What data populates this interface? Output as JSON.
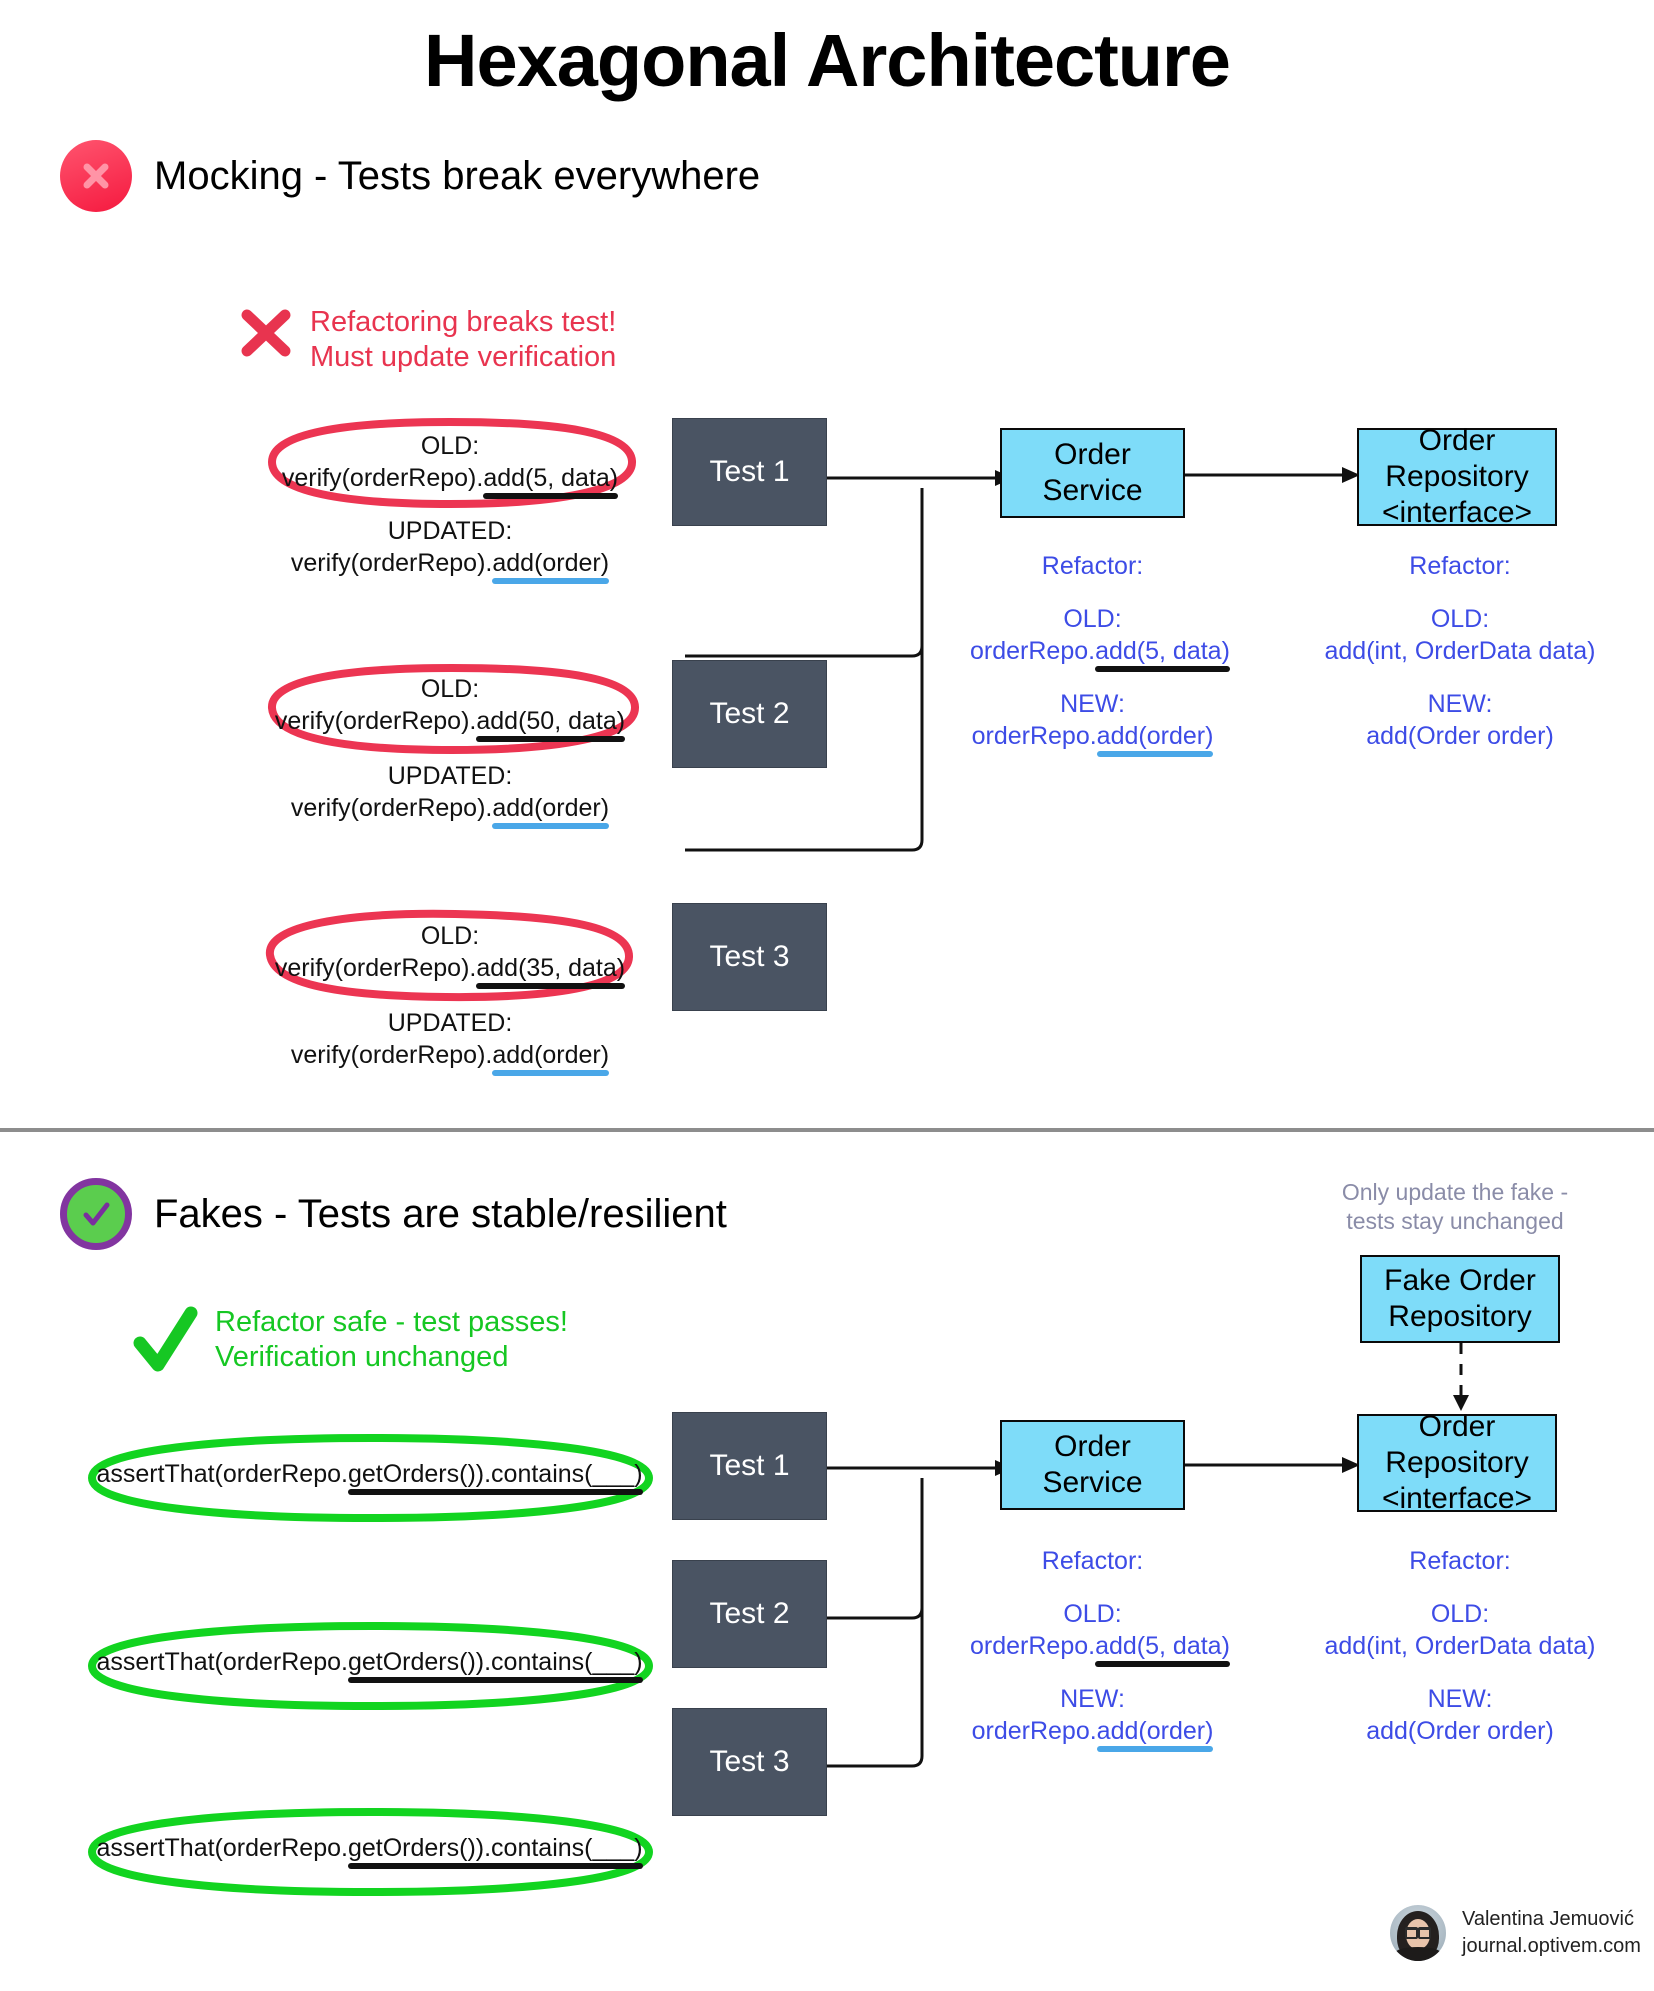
{
  "title": "Hexagonal Architecture",
  "sections": {
    "mocking": {
      "badge_icon": "x-circle-icon",
      "heading": "Mocking - Tests break everywhere",
      "callout": {
        "icon": "red-x-icon",
        "line1": "Refactoring breaks test!",
        "line2": "Must update verification"
      },
      "tests": [
        {
          "name": "Test 1",
          "old_label": "OLD:",
          "old_prefix": "verify(orderRepo).",
          "old_highlight": "add(5, data)",
          "updated_label": "UPDATED:",
          "updated_prefix": "verify(orderRepo).",
          "updated_highlight": "add(order)"
        },
        {
          "name": "Test 2",
          "old_label": "OLD:",
          "old_prefix": "verify(orderRepo).",
          "old_highlight": "add(50, data)",
          "updated_label": "UPDATED:",
          "updated_prefix": "verify(orderRepo).",
          "updated_highlight": "add(order)"
        },
        {
          "name": "Test 3",
          "old_label": "OLD:",
          "old_prefix": "verify(orderRepo).",
          "old_highlight": "add(35, data)",
          "updated_label": "UPDATED:",
          "updated_prefix": "verify(orderRepo).",
          "updated_highlight": "add(order)"
        }
      ],
      "service_box": {
        "line1": "Order",
        "line2": "Service"
      },
      "repo_box": {
        "line1": "Order",
        "line2": "Repository",
        "line3": "<interface>"
      },
      "service_refactor": {
        "title": "Refactor:",
        "old_label": "OLD:",
        "old_prefix": "orderRepo.",
        "old_highlight": "add(5, data)",
        "new_label": "NEW:",
        "new_prefix": "orderRepo.",
        "new_highlight": "add(order)"
      },
      "repo_refactor": {
        "title": "Refactor:",
        "old_label": "OLD:",
        "old_text": "add(int, OrderData data)",
        "new_label": "NEW:",
        "new_text": "add(Order order)"
      }
    },
    "fakes": {
      "badge_icon": "check-circle-icon",
      "heading": "Fakes - Tests are stable/resilient",
      "callout": {
        "icon": "green-check-icon",
        "line1": "Refactor safe - test passes!",
        "line2": "Verification unchanged"
      },
      "fake_note": {
        "line1": "Only update the fake -",
        "line2": "tests stay unchanged"
      },
      "fake_box": {
        "line1": "Fake Order",
        "line2": "Repository"
      },
      "tests": [
        {
          "name": "Test 1",
          "assert_prefix": "assertThat(orderRepo.",
          "assert_highlight": "getOrders()).contains(___)"
        },
        {
          "name": "Test 2",
          "assert_prefix": "assertThat(orderRepo.",
          "assert_highlight": "getOrders()).contains(___)"
        },
        {
          "name": "Test 3",
          "assert_prefix": "assertThat(orderRepo.",
          "assert_highlight": "getOrders()).contains(___)"
        }
      ],
      "service_box": {
        "line1": "Order",
        "line2": "Service"
      },
      "repo_box": {
        "line1": "Order",
        "line2": "Repository",
        "line3": "<interface>"
      },
      "service_refactor": {
        "title": "Refactor:",
        "old_label": "OLD:",
        "old_prefix": "orderRepo.",
        "old_highlight": "add(5, data)",
        "new_label": "NEW:",
        "new_prefix": "orderRepo.",
        "new_highlight": "add(order)"
      },
      "repo_refactor": {
        "title": "Refactor:",
        "old_label": "OLD:",
        "old_text": "add(int, OrderData data)",
        "new_label": "NEW:",
        "new_text": "add(Order order)"
      }
    }
  },
  "footer": {
    "name": "Valentina Jemuović",
    "site": "journal.optivem.com",
    "avatar_icon": "avatar-photo"
  },
  "colors": {
    "red": "#e8344f",
    "green": "#16c723",
    "blue_text": "#3d4ce6",
    "box_blue": "#7edcf9",
    "box_dark": "#4a5463",
    "gray_note": "#8a8ca8",
    "underline_blue": "#4aa7e8"
  }
}
